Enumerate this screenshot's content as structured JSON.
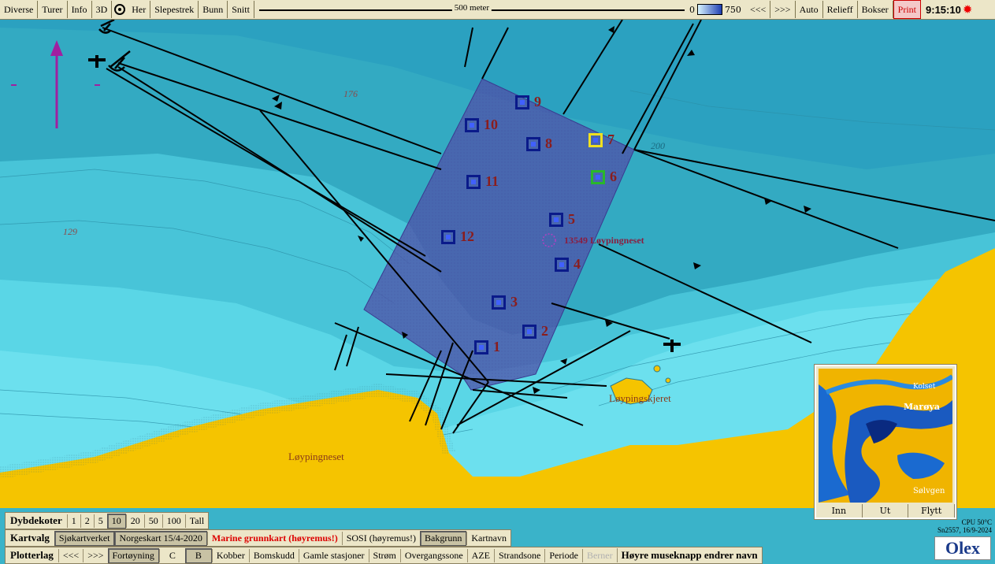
{
  "topbar": {
    "buttons_left": [
      "Diverse",
      "Turer",
      "Info",
      "3D"
    ],
    "buttons_mid": [
      "Her",
      "Slepestrek",
      "Bunn",
      "Snitt"
    ],
    "scale_label": "500 meter",
    "depth_min": "0",
    "depth_max": "750",
    "buttons_right": [
      "<<<",
      ">>>",
      "Auto",
      "Relieff",
      "Bokser"
    ],
    "print_label": "Print",
    "time": "9:15:10"
  },
  "map": {
    "depth_labels": [
      "176",
      "200",
      "129"
    ],
    "place_labels": {
      "neset": "Løypingneset",
      "skjeret": "Løypingskjeret",
      "mark": "13549 Løypingneset"
    },
    "markers": [
      {
        "num": "1",
        "color": "#0a1a8a"
      },
      {
        "num": "2",
        "color": "#0a1a8a"
      },
      {
        "num": "3",
        "color": "#0a1a8a"
      },
      {
        "num": "4",
        "color": "#0a1a8a"
      },
      {
        "num": "5",
        "color": "#0a1a8a"
      },
      {
        "num": "6",
        "color": "#2ab82a"
      },
      {
        "num": "7",
        "color": "#f0e020"
      },
      {
        "num": "8",
        "color": "#0a1a8a"
      },
      {
        "num": "9",
        "color": "#0a1a8a"
      },
      {
        "num": "10",
        "color": "#0a1a8a"
      },
      {
        "num": "11",
        "color": "#0a1a8a"
      },
      {
        "num": "12",
        "color": "#0a1a8a"
      }
    ]
  },
  "dybdekoter": {
    "title": "Dybdekoter",
    "options": [
      "1",
      "2",
      "5",
      "10",
      "20",
      "50",
      "100",
      "Tall"
    ],
    "active": "10"
  },
  "kartvalg": {
    "title": "Kartvalg",
    "options": [
      "Sjøkartverket",
      "Norgeskart 15/4-2020",
      "Marine grunnkart (høyremus!)",
      "SOSI (høyremus!)",
      "Bakgrunn",
      "Kartnavn"
    ]
  },
  "plotterlag": {
    "title": "Plotterlag",
    "options": [
      "<<<",
      ">>>",
      "Fortøyning",
      "C",
      "B",
      "Kobber",
      "Bomskudd",
      "Gamle stasjoner",
      "Strøm",
      "Overgangssone",
      "AZE",
      "Strandsone",
      "Periode",
      "Berner"
    ],
    "hint": "Høyre museknapp endrer navn"
  },
  "inset": {
    "labels": [
      "Kolset",
      "Marøya",
      "Sølvgen"
    ],
    "buttons": [
      "Inn",
      "Ut",
      "Flytt"
    ]
  },
  "status": {
    "cpu": "CPU 50°C",
    "serial": "Sn2557, 16/9-2024",
    "brand": "Olex"
  },
  "colors": {
    "land": "#f5c400",
    "deep": "#2aa8c4",
    "shallow": "#5fd8e8",
    "box": "#5050a8",
    "track": "#000000"
  }
}
